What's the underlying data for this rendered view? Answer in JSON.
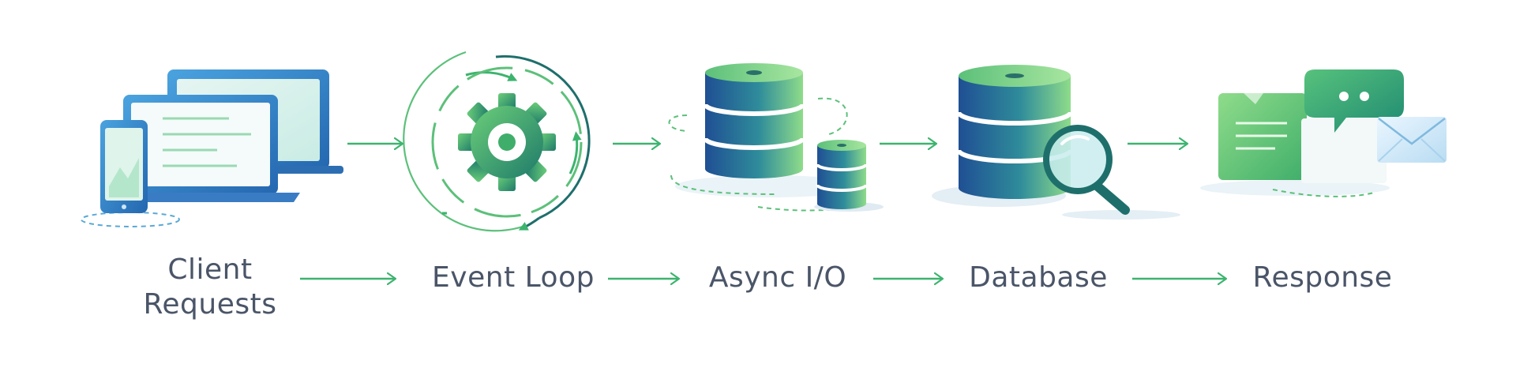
{
  "diagram": {
    "stages": [
      {
        "id": "client",
        "label_lines": [
          "Client",
          "Requests"
        ],
        "icon": "client-devices-icon"
      },
      {
        "id": "loop",
        "label_lines": [
          "Event Loop"
        ],
        "icon": "event-loop-gear-icon"
      },
      {
        "id": "async",
        "label_lines": [
          "Async I/O"
        ],
        "icon": "async-io-databases-icon"
      },
      {
        "id": "db",
        "label_lines": [
          "Database"
        ],
        "icon": "database-search-icon"
      },
      {
        "id": "resp",
        "label_lines": [
          "Response"
        ],
        "icon": "response-messages-icon"
      }
    ],
    "colors": {
      "label_text": "#4a5568",
      "arrow": "#3cb46e",
      "green_light": "#8fdc8a",
      "green_mid": "#3fae6a",
      "blue_dark": "#1f4f94",
      "blue_mid": "#2f7cc1",
      "teal_dark": "#1e6f6c"
    }
  }
}
